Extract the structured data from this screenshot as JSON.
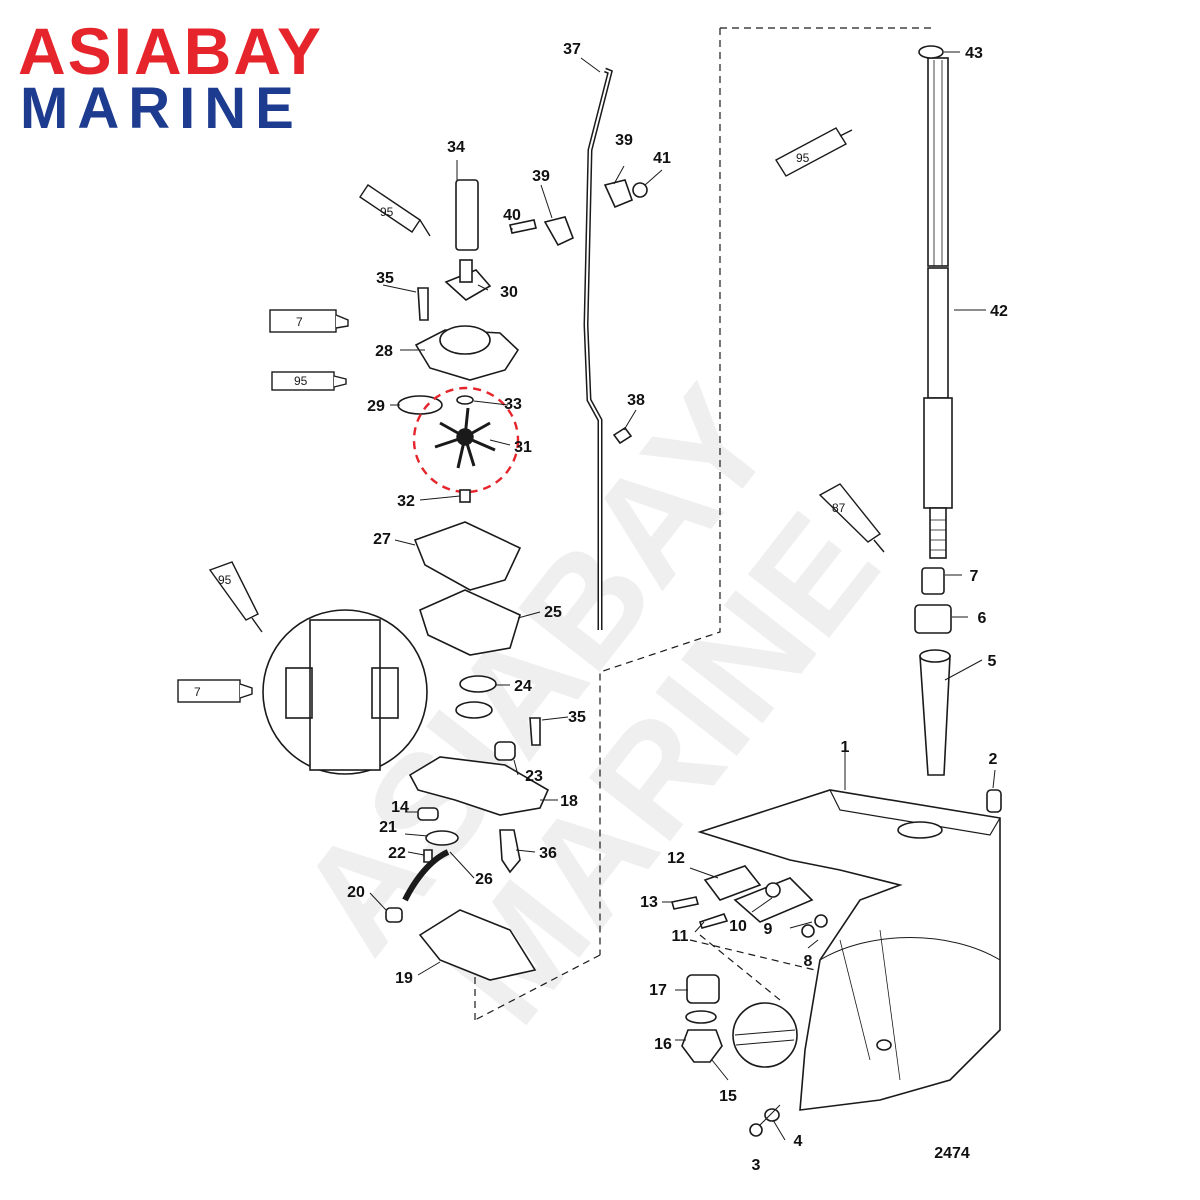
{
  "brand": {
    "line1": "ASIABAY",
    "line2": "MARINE",
    "colors": {
      "red": "#e5242b",
      "blue": "#1d3b8f"
    }
  },
  "watermark": {
    "line1": "ASIABAY",
    "line2": "MARINE"
  },
  "diagram_number": "2474",
  "callouts": [
    {
      "id": "c1",
      "text": "1"
    },
    {
      "id": "c2",
      "text": "2"
    },
    {
      "id": "c3",
      "text": "3"
    },
    {
      "id": "c4",
      "text": "4"
    },
    {
      "id": "c5",
      "text": "5"
    },
    {
      "id": "c6",
      "text": "6"
    },
    {
      "id": "c7",
      "text": "7"
    },
    {
      "id": "c8",
      "text": "8"
    },
    {
      "id": "c9",
      "text": "9"
    },
    {
      "id": "c10",
      "text": "10"
    },
    {
      "id": "c11",
      "text": "11"
    },
    {
      "id": "c12",
      "text": "12"
    },
    {
      "id": "c13",
      "text": "13"
    },
    {
      "id": "c14",
      "text": "14"
    },
    {
      "id": "c15",
      "text": "15"
    },
    {
      "id": "c16",
      "text": "16"
    },
    {
      "id": "c17",
      "text": "17"
    },
    {
      "id": "c18",
      "text": "18"
    },
    {
      "id": "c19",
      "text": "19"
    },
    {
      "id": "c20",
      "text": "20"
    },
    {
      "id": "c21",
      "text": "21"
    },
    {
      "id": "c22",
      "text": "22"
    },
    {
      "id": "c23",
      "text": "23"
    },
    {
      "id": "c24",
      "text": "24"
    },
    {
      "id": "c25",
      "text": "25"
    },
    {
      "id": "c26",
      "text": "26"
    },
    {
      "id": "c27",
      "text": "27"
    },
    {
      "id": "c28",
      "text": "28"
    },
    {
      "id": "c29",
      "text": "29"
    },
    {
      "id": "c30",
      "text": "30"
    },
    {
      "id": "c31",
      "text": "31"
    },
    {
      "id": "c32",
      "text": "32"
    },
    {
      "id": "c33",
      "text": "33"
    },
    {
      "id": "c34",
      "text": "34"
    },
    {
      "id": "c35a",
      "text": "35"
    },
    {
      "id": "c35b",
      "text": "35"
    },
    {
      "id": "c36",
      "text": "36"
    },
    {
      "id": "c37",
      "text": "37"
    },
    {
      "id": "c38",
      "text": "38"
    },
    {
      "id": "c39a",
      "text": "39"
    },
    {
      "id": "c39b",
      "text": "39"
    },
    {
      "id": "c40",
      "text": "40"
    },
    {
      "id": "c41",
      "text": "41"
    },
    {
      "id": "c42",
      "text": "42"
    },
    {
      "id": "c43",
      "text": "43"
    }
  ],
  "tubes": [
    {
      "id": "t95a",
      "text": "95"
    },
    {
      "id": "t7a",
      "text": "7"
    },
    {
      "id": "t95b",
      "text": "95"
    },
    {
      "id": "t95c",
      "text": "95"
    },
    {
      "id": "t87",
      "text": "87"
    },
    {
      "id": "t95d",
      "text": "95"
    },
    {
      "id": "t7b",
      "text": "7"
    }
  ],
  "highlight": {
    "part": "31",
    "color": "#e5242b"
  }
}
